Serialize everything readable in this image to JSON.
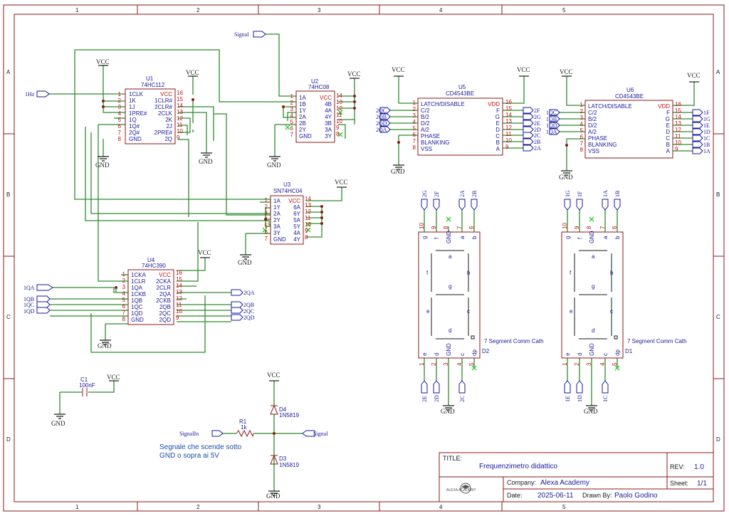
{
  "grid": {
    "columns": [
      "1",
      "2",
      "3",
      "4",
      "5"
    ],
    "rows": [
      "A",
      "B",
      "C",
      "D"
    ]
  },
  "power": {
    "vcc": "VCC",
    "gnd": "GND"
  },
  "chips": {
    "u1": {
      "ref": "U1",
      "part": "74HC112",
      "left": [
        "1CLK",
        "1K",
        "1J",
        "1PRE#",
        "1Q",
        "1Q#",
        "2Q#",
        "GND"
      ],
      "right": [
        "VCC",
        "1CLR#",
        "2CLR#",
        "2CLK",
        "2K",
        "2J",
        "2PRE#",
        "2Q"
      ],
      "left_nums": [
        "1",
        "2",
        "3",
        "4",
        "5",
        "6",
        "7",
        "8"
      ],
      "right_nums": [
        "16",
        "15",
        "14",
        "13",
        "12",
        "11",
        "10",
        "9"
      ]
    },
    "u2": {
      "ref": "U2",
      "part": "74HC08",
      "left": [
        "1A",
        "1B",
        "1Y",
        "2A",
        "2B",
        "2Y",
        "GND"
      ],
      "right": [
        "VCC",
        "4B",
        "4A",
        "4Y",
        "3B",
        "3A",
        "3Y"
      ],
      "left_nums": [
        "1",
        "2",
        "3",
        "4",
        "5",
        "6",
        "7"
      ],
      "right_nums": [
        "14",
        "13",
        "12",
        "11",
        "10",
        "9",
        "8"
      ]
    },
    "u3": {
      "ref": "U3",
      "part": "SN74HC04",
      "left": [
        "1A",
        "1Y",
        "2A",
        "2Y",
        "3A",
        "3Y",
        "GND"
      ],
      "right": [
        "VCC",
        "6A",
        "6Y",
        "5A",
        "5Y",
        "4A",
        "4Y"
      ],
      "left_nums": [
        "1",
        "2",
        "3",
        "4",
        "5",
        "6",
        "7"
      ],
      "right_nums": [
        "14",
        "13",
        "12",
        "11",
        "10",
        "9",
        "8"
      ]
    },
    "u4": {
      "ref": "U4",
      "part": "74HC390",
      "left": [
        "1CKA",
        "1CLR",
        "1QA",
        "1CKB",
        "1QB",
        "1QC",
        "1QD",
        "GND"
      ],
      "right": [
        "VCC",
        "2CKA",
        "2CLR",
        "2QA",
        "2CKB",
        "2QB",
        "2QC",
        "2QD"
      ],
      "left_nums": [
        "1",
        "2",
        "3",
        "4",
        "5",
        "6",
        "7",
        "8"
      ],
      "right_nums": [
        "16",
        "15",
        "14",
        "13",
        "12",
        "11",
        "10",
        "9"
      ]
    },
    "u5": {
      "ref": "U5",
      "part": "CD4543BE",
      "left": [
        "LATCH/DISABLE",
        "C/2",
        "B/2",
        "D/2",
        "A/2",
        "PHASE",
        "BLANKING",
        "VSS"
      ],
      "right": [
        "VDD",
        "F",
        "G",
        "E",
        "D",
        "C",
        "B",
        "A"
      ],
      "left_nums": [
        "1",
        "2",
        "3",
        "4",
        "5",
        "6",
        "7",
        "8"
      ],
      "right_nums": [
        "16",
        "15",
        "14",
        "13",
        "12",
        "11",
        "10",
        "9"
      ]
    },
    "u6": {
      "ref": "U6",
      "part": "CD4543BE",
      "left": [
        "LATCH/DISABLE",
        "C/2",
        "B/2",
        "D/2",
        "A/2",
        "PHASE",
        "BLANKING",
        "VSS"
      ],
      "right": [
        "VDD",
        "F",
        "G",
        "E",
        "D",
        "C",
        "B",
        "A"
      ],
      "left_nums": [
        "1",
        "2",
        "3",
        "4",
        "5",
        "6",
        "7",
        "8"
      ],
      "right_nums": [
        "16",
        "15",
        "14",
        "13",
        "12",
        "11",
        "10",
        "9"
      ]
    }
  },
  "nets": {
    "signal": "Signal",
    "signal_in": "SignalIn",
    "hz": "1Hz",
    "u5_in": [
      "2QC",
      "2QB",
      "2QD",
      "2QA"
    ],
    "u6_in": [
      "1QC",
      "1QB",
      "1QD",
      "1QA"
    ],
    "u5_out": [
      "2F",
      "2G",
      "2E",
      "2D",
      "2C",
      "2B",
      "2A"
    ],
    "u6_out": [
      "1F",
      "1G",
      "1E",
      "1D",
      "1C",
      "1B",
      "1A"
    ],
    "u4_left": [
      "1QA",
      "1QB",
      "1QC",
      "1QD"
    ],
    "u4_right": [
      "2QA",
      "2QB",
      "2QC",
      "2QD"
    ],
    "d2_top": [
      "2G",
      "2F",
      "2A",
      "2B"
    ],
    "d2_bot": [
      "2E",
      "2D",
      "2C"
    ],
    "d1_top": [
      "1G",
      "1F",
      "1A",
      "1B"
    ],
    "d1_bot": [
      "1E",
      "1D",
      "1C"
    ]
  },
  "displays": {
    "d2": {
      "ref": "D2",
      "desc": "7 Segment Comm Cath",
      "top_pins": [
        "g",
        "f",
        "GND",
        "a",
        "b"
      ],
      "top_nums": [
        "10",
        "9",
        "8",
        "7",
        "6"
      ],
      "bot_pins": [
        "e",
        "d",
        "GND",
        "c",
        "dp"
      ],
      "bot_nums": [
        "1",
        "2",
        "3",
        "4",
        "5"
      ],
      "segs": [
        "a",
        "f",
        "b",
        "g",
        "e",
        "c",
        "d"
      ]
    },
    "d1": {
      "ref": "D1",
      "desc": "7 Segment Comm Cath",
      "top_pins": [
        "g",
        "f",
        "GND",
        "a",
        "b"
      ],
      "top_nums": [
        "10",
        "9",
        "8",
        "7",
        "6"
      ],
      "bot_pins": [
        "e",
        "d",
        "GND",
        "c",
        "dp"
      ],
      "bot_nums": [
        "1",
        "2",
        "3",
        "4",
        "5"
      ],
      "segs": [
        "a",
        "f",
        "b",
        "g",
        "e",
        "c",
        "d"
      ]
    }
  },
  "passives": {
    "c1": {
      "ref": "C1",
      "value": "100nF"
    },
    "r1": {
      "ref": "R1",
      "value": "1k"
    },
    "d4": {
      "ref": "D4",
      "value": "1N5819"
    },
    "d3": {
      "ref": "D3",
      "value": "1N5819"
    }
  },
  "note": [
    "Segnale che scende sotto",
    "GND o sopra ai 5V"
  ],
  "title_block": {
    "title_label": "TITLE:",
    "title": "Frequenzimetro didattico",
    "rev_label": "REV:",
    "rev": "1.0",
    "company_label": "Company:",
    "company": "Alexa Academy",
    "sheet_label": "Sheet:",
    "sheet": "1/1",
    "date_label": "Date:",
    "date": "2025-06-11",
    "drawn_label": "Drawn By:",
    "drawn": "Paolo Godino",
    "logo_text": "ALEXA ACADEMY"
  }
}
